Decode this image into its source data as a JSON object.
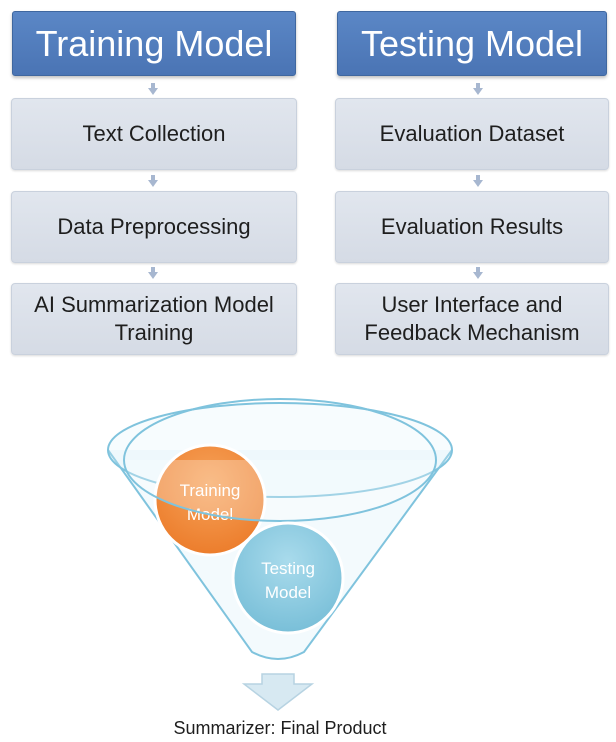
{
  "training": {
    "header": "Training Model",
    "steps": [
      "Text Collection",
      "Data Preprocessing",
      "AI Summarization Model Training"
    ]
  },
  "testing": {
    "header": "Testing Model",
    "steps": [
      "Evaluation Dataset",
      "Evaluation Results",
      "User Interface and Feedback Mechanism"
    ]
  },
  "funnel": {
    "circle_training": [
      "Training",
      "Model"
    ],
    "circle_testing": [
      "Testing",
      "Model"
    ],
    "output": "Summarizer: Final Product"
  },
  "colors": {
    "header_blue": "#4f7ec0",
    "step_gray": "#dbe0e8",
    "funnel_outline": "#7fc3dd",
    "training_circle": "#f08a3c",
    "testing_circle": "#8ccbe0"
  }
}
